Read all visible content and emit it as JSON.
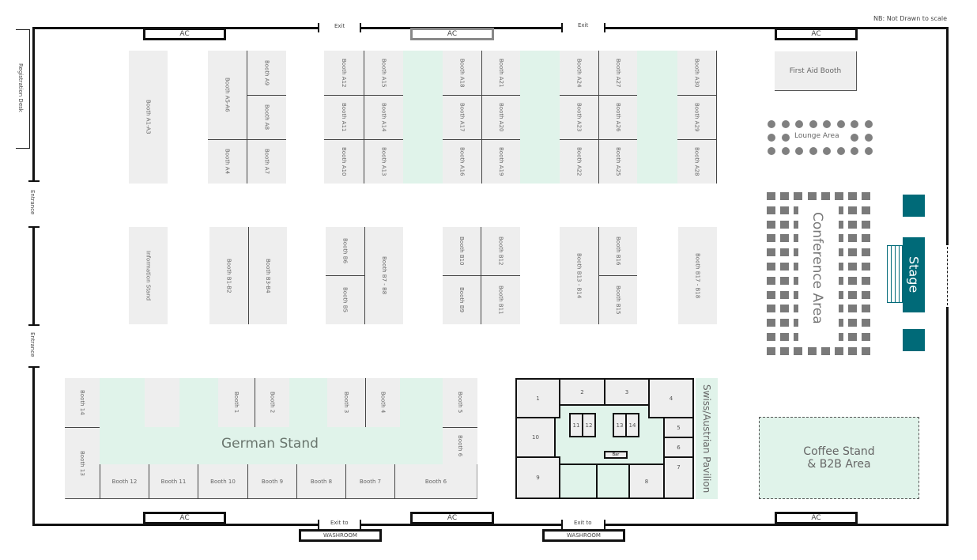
{
  "note": "NB: Not Drawn to scale",
  "exits": {
    "top_left": "Exit",
    "top_right": "Exit",
    "bottom_left": "Exit to",
    "bottom_right": "Exit to"
  },
  "washroom": "WASHROOM",
  "ac": "AC",
  "registration": "Registration Desk",
  "entrance": "Entrance",
  "first_aid": "First Aid Booth",
  "lounge": "Lounge Area",
  "conference": "Conference Area",
  "stage": "Stage",
  "coffee": [
    "Coffee Stand",
    "& B2B Area"
  ],
  "a": {
    "a1_a3": "Booth A1-A3",
    "a5_a6": "Booth A5-A6",
    "a4": "Booth A4",
    "a9": "Booth A9",
    "a8": "Booth A8",
    "a7": "Booth A7",
    "a12": "Booth A12",
    "a11": "Booth A11",
    "a10": "Booth A10",
    "a15": "Booth A15",
    "a14": "Booth A14",
    "a13": "Booth A13",
    "a18": "Booth A18",
    "a17": "Booth A17",
    "a16": "Booth A16",
    "a21": "Booth A21",
    "a20": "Booth A20",
    "a19": "Booth A19",
    "a24": "Booth A24",
    "a23": "Booth A23",
    "a22": "Booth A22",
    "a27": "Booth A27",
    "a26": "Booth A26",
    "a25": "Booth A25",
    "a30": "Booth A30",
    "a29": "Booth A29",
    "a28": "Booth A28"
  },
  "b": {
    "info": "Information Stand",
    "b1_b2": "Booth B1-B2",
    "b3_b4": "Booth B3-B4",
    "b6": "Booth B6",
    "b5": "Booth B5",
    "b7_b8": "Booth B7 - B8",
    "b10": "Booth B10",
    "b9": "Booth B9",
    "b12": "Booth B12",
    "b11": "Booth B11",
    "b13_b14": "Booth B13 - B14",
    "b16": "Booth B16",
    "b15": "Booth B15",
    "b17_b18": "Booth B17 - B18"
  },
  "german": {
    "title": "German Stand",
    "b14": "Booth 14",
    "b13": "Booth 13",
    "b1": "Booth 1",
    "b2": "Booth 2",
    "b3": "Booth 3",
    "b4": "Booth 4",
    "b5": "Booth 5",
    "b6v": "Booth 6",
    "b12": "Booth 12",
    "b11": "Booth 11",
    "b10": "Booth 10",
    "b9": "Booth 9",
    "b8": "Booth 8",
    "b7": "Booth 7",
    "b6": "Booth 6"
  },
  "swiss": {
    "title": "Swiss/Austrian Pavilion",
    "c1": "1",
    "c2": "2",
    "c3": "3",
    "c4": "4",
    "c5": "5",
    "c6": "6",
    "c7": "7",
    "c8": "8",
    "c9": "9",
    "c10": "10",
    "c11": "11",
    "c12": "12",
    "c13": "13",
    "c14": "14",
    "bar": "Bar"
  }
}
